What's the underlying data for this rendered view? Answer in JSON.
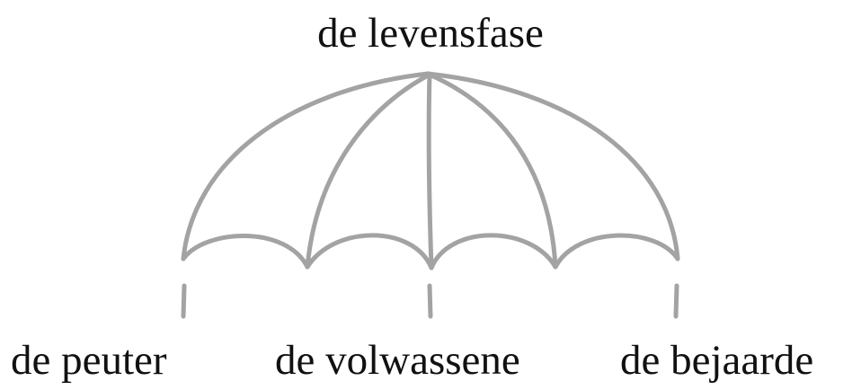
{
  "hypernym": "de levensfase",
  "hyponyms": [
    {
      "label": "de peuter"
    },
    {
      "label": "de volwassene"
    },
    {
      "label": "de bejaarde"
    }
  ],
  "colors": {
    "umbrella_stroke": "#a3a3a3",
    "text": "#111111",
    "background": "#ffffff"
  }
}
